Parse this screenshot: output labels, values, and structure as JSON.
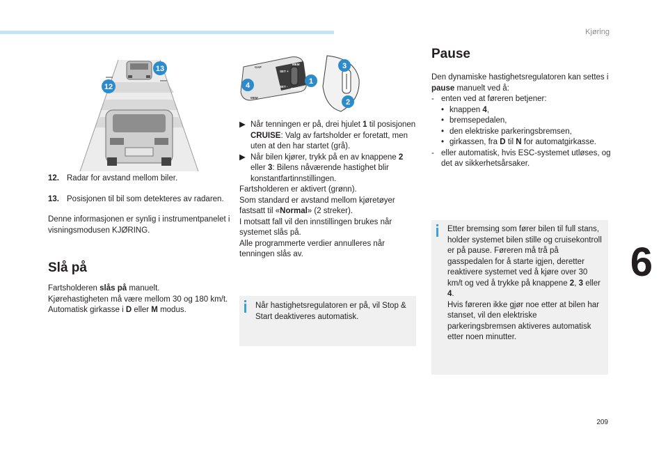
{
  "header": {
    "chapter_title": "Kjøring",
    "chapter_number": "6",
    "page_number": "209"
  },
  "col1": {
    "items": [
      {
        "num": "12.",
        "text": "Radar for avstand mellom biler."
      },
      {
        "num": "13.",
        "text": "Posisjonen til bil som detekteres av radaren."
      }
    ],
    "info_text": "Denne informasjonen er synlig i instrumentpanelet i visningsmodusen KJØRING.",
    "heading": "Slå på",
    "p1_pre": "Fartsholderen ",
    "p1_bold": "slås på",
    "p1_post": " manuelt.",
    "p2": "Kjørehastigheten må være mellom 30 og 180 km/t.",
    "p3_pre": "Automatisk girkasse i ",
    "p3_d": "D",
    "p3_mid": " eller ",
    "p3_m": "M",
    "p3_post": " modus.",
    "illustration_labels": {
      "a": "12",
      "b": "13"
    }
  },
  "col2": {
    "illustration_labels": {
      "one": "1",
      "two": "2",
      "three": "3",
      "four": "4",
      "gap": "GAP",
      "mem": "MEM",
      "cruise": "CRUISE",
      "mem_small": "MEM",
      "set_plus": "SET +",
      "set_minus": "SET -"
    },
    "step1_pre": "Når tenningen er på, drei hjulet ",
    "step1_b1": "1",
    "step1_mid": " til posisjonen ",
    "step1_b2": "CRUISE",
    "step1_post": ": Valg av fartsholder er foretatt, men uten at den har startet (grå).",
    "step2_pre": "Når bilen kjører, trykk på en av knappene ",
    "step2_b1": "2",
    "step2_mid": " eller ",
    "step2_b2": "3",
    "step2_post": ": Bilens nåværende hastighet blir konstantfartinnstillingen.",
    "l1": "Fartsholderen er aktivert (grønn).",
    "l2_pre": "Som standard er avstand mellom kjøretøyer fastsatt til «",
    "l2_b": "Normal",
    "l2_post": "» (2 streker).",
    "l3": "I motsatt fall vil den innstillingen brukes når systemet slås på.",
    "l4": "Alle programmerte verdier annulleres når tenningen slås av.",
    "info": "Når hastighetsregulatoren er på, vil Stop & Start deaktiveres automatisk.",
    "bullet_glyph": ""
  },
  "col3": {
    "heading": "Pause",
    "intro_pre": "Den dynamiske hastighetsregulatoren kan settes i ",
    "intro_b": "pause",
    "intro_post": " manuelt ved å:",
    "dash1": "enten ved at føreren betjener:",
    "b1_pre": "knappen ",
    "b1_b": "4",
    "b1_post": ",",
    "b2": "bremsepedalen,",
    "b3": "den elektriske parkeringsbremsen,",
    "b4_pre": "girkassen, fra ",
    "b4_d": "D",
    "b4_mid": " til ",
    "b4_n": "N",
    "b4_post": " for automatgirkasse.",
    "dash2": "eller automatisk, hvis ESC-systemet utløses, og det av sikkerhetsårsaker.",
    "dash_glyph": "-",
    "dot_glyph": "•",
    "info_p1": "Etter bremsing som fører bilen til full stans, holder systemet bilen stille og cruisekontroll er på pause. Føreren må trå på gasspedalen for å starte igjen, deretter reaktivere systemet ved å kjøre over 30 km/t og ved å trykke på knappene ",
    "info_b2": "2",
    "info_sep": ", ",
    "info_b3": "3",
    "info_or": " eller ",
    "info_b4": "4",
    "info_end": ".",
    "info_p2": "Hvis føreren ikke gjør noe etter at bilen har stanset, vil den elektriske parkeringsbremsen aktiveres automatisk etter noen minutter."
  },
  "colors": {
    "accent_blue": "#2d8bc9",
    "info_bg": "#f0f0f0",
    "topbar": "#c5e4f2"
  }
}
